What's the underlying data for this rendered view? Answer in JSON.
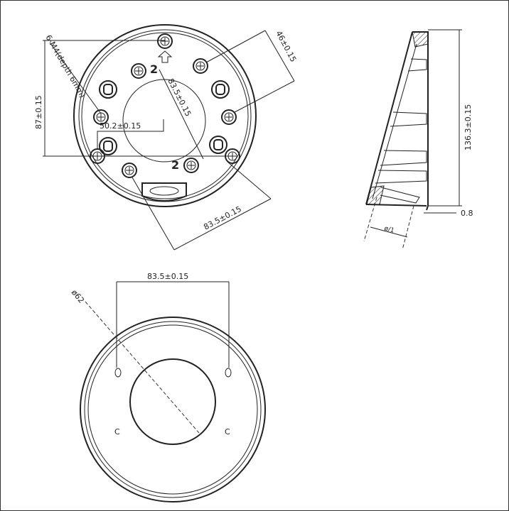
{
  "top_view": {
    "hole_note": "6-M4(depth 6mm)",
    "dim_height": "87±0.15",
    "dim_width": "50.2±0.15",
    "dim_diag": "83.5±0.15",
    "dim_corner": "46±0.15",
    "dim_bottom": "83.5±0.15",
    "marker_top": "2",
    "marker_bottom": "2"
  },
  "side_view": {
    "dim_height": "136.3±0.15",
    "dim_offset": "0.8",
    "dim_angle": "ø/1"
  },
  "bottom_view": {
    "dim_width": "83.5±0.15",
    "dim_diameter": "ø62",
    "hole_mark_left": "C",
    "hole_mark_right": "C"
  }
}
